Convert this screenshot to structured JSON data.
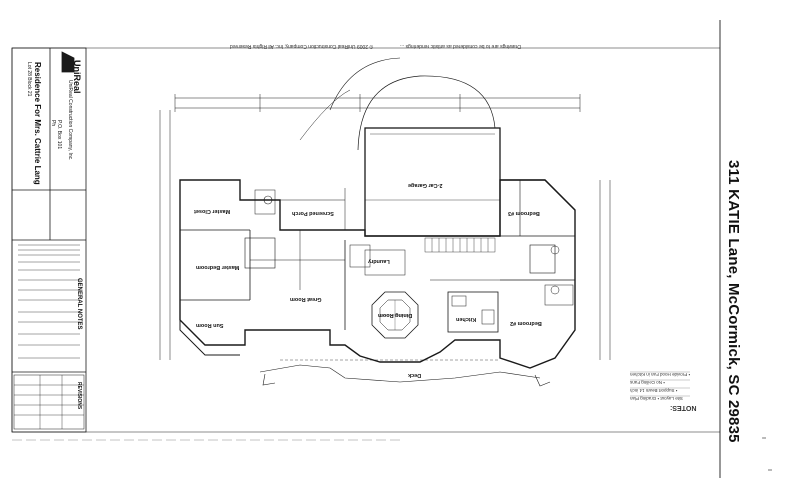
{
  "address": "311 KATIE Lane, McCormick, SC 29835",
  "header_note": "© 2009 UniReal Construction Company, Inc. All Rights Reserved",
  "top_disclaimer": "Drawings are to be considered as artistic renderings ...",
  "titleblock": {
    "company": "UniReal",
    "company_full": "UniReal Construction Company, Inc.",
    "project": "Residence For Mrs. Cattrie Lang",
    "lot": "Lot 28 Block 21",
    "contact": "P.O. Box 101",
    "phone_label": "Ph",
    "general_notes_title": "GENERAL NOTES"
  },
  "notes": {
    "title": "NOTES:",
    "lines": [
      "Site Layout • Grading Plan",
      "• Support Beam 14 inch",
      "• No Ceiling Fans",
      "• Provide Hood Fan in Kitchen"
    ]
  },
  "rooms": [
    {
      "label": "Master Bedroom"
    },
    {
      "label": "Master Closet"
    },
    {
      "label": "Sun Room"
    },
    {
      "label": "Great Room"
    },
    {
      "label": "Dining Room"
    },
    {
      "label": "Kitchen"
    },
    {
      "label": "Bedroom #2"
    },
    {
      "label": "Bedroom #3"
    },
    {
      "label": "2-Car Garage"
    },
    {
      "label": "Laundry"
    },
    {
      "label": "Screened Porch"
    },
    {
      "label": "Deck"
    }
  ],
  "revisions_title": "REVISIONS",
  "colors": {
    "ink": "#1a1a1a",
    "paper": "#ffffff",
    "grey": "#888888"
  }
}
